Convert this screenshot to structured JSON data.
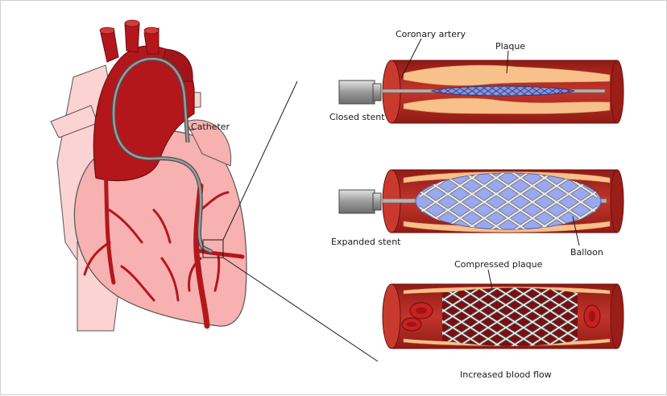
{
  "labels": {
    "catheter": "Catheter",
    "coronary_artery": "Coronary artery",
    "plaque": "Plaque",
    "closed_stent": "Closed stent",
    "expanded_stent": "Expanded stent",
    "balloon": "Balloon",
    "compressed_plaque": "Compressed plaque",
    "increased_blood_flow": "Increased blood flow"
  },
  "colors": {
    "artery_wall": "#b52a22",
    "artery_dark": "#7e1712",
    "artery_lumen": "#9a1e18",
    "plaque": "#f8c08a",
    "heart_pink": "#f6b1b0",
    "heart_light": "#fbd3d2",
    "vessel_red": "#b3171c",
    "catheter_gray": "#8a8a8a",
    "balloon_blue": "#9aa8f0",
    "stent_gray": "#cfcfcf"
  }
}
